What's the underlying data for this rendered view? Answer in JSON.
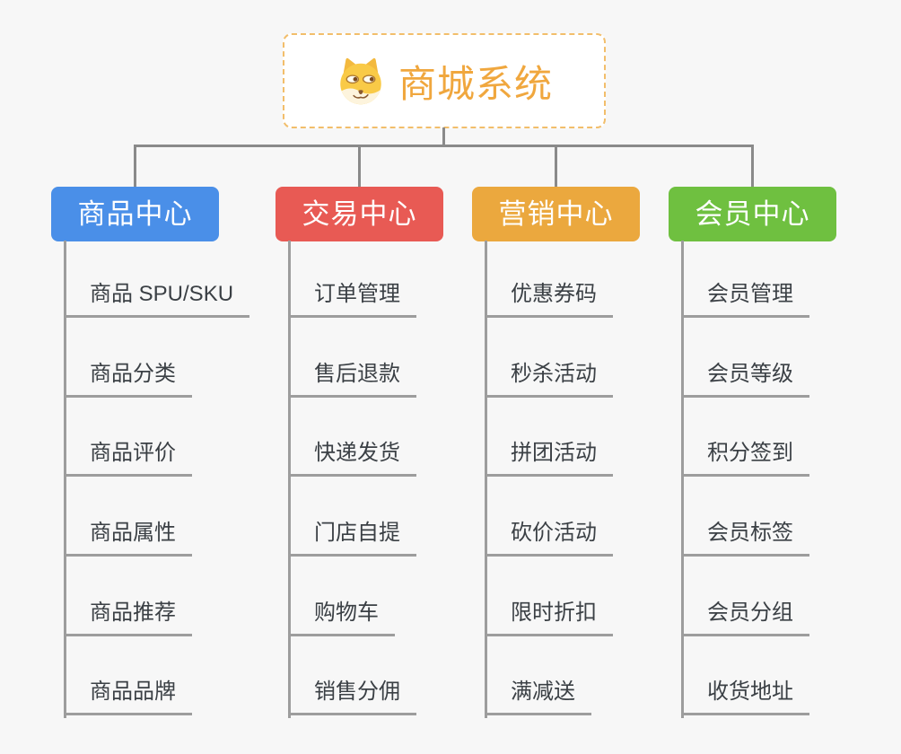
{
  "mindmap": {
    "root": {
      "title": "商城系统",
      "icon": "dog-face"
    },
    "branches": [
      {
        "label": "商品中心",
        "color": "#4a8fe8",
        "items": [
          "商品 SPU/SKU",
          "商品分类",
          "商品评价",
          "商品属性",
          "商品推荐",
          "商品品牌"
        ]
      },
      {
        "label": "交易中心",
        "color": "#e85a54",
        "items": [
          "订单管理",
          "售后退款",
          "快递发货",
          "门店自提",
          "购物车",
          "销售分佣"
        ]
      },
      {
        "label": "营销中心",
        "color": "#eba83e",
        "items": [
          "优惠券码",
          "秒杀活动",
          "拼团活动",
          "砍价活动",
          "限时折扣",
          "满减送"
        ]
      },
      {
        "label": "会员中心",
        "color": "#6fc040",
        "items": [
          "会员管理",
          "会员等级",
          "积分签到",
          "会员标签",
          "会员分组",
          "收货地址"
        ]
      }
    ],
    "colors": {
      "background": "#f7f7f7",
      "root_text": "#f0a73e",
      "root_border": "#f2be6b",
      "connector": "#8a8a8a",
      "leaf_line": "#9d9d9d",
      "leaf_text": "#3b4045"
    }
  }
}
